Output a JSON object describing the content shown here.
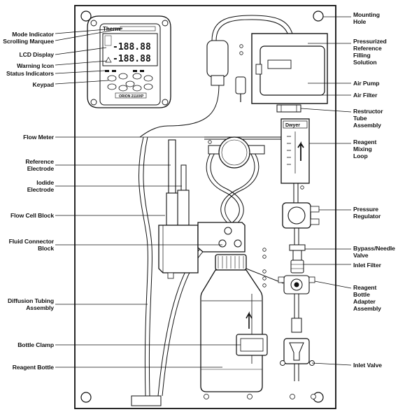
{
  "labels": {
    "mode_indicator": "Mode Indicator",
    "scrolling_marquee": "Scrolling Marquee",
    "lcd_display": "LCD Display",
    "warning_icon": "Warning Icon",
    "status_indicators": "Status Indicators",
    "keypad": "Keypad",
    "flow_meter": "Flow Meter",
    "reference_electrode": [
      "Reference",
      "Electrode"
    ],
    "iodide_electrode": [
      "Iodide",
      "Electrode"
    ],
    "flow_cell_block": "Flow Cell Block",
    "fluid_connector_block": [
      "Fluid Connector",
      "Block"
    ],
    "diffusion_tubing_assembly": [
      "Diffusion Tubing",
      "Assembly"
    ],
    "bottle_clamp": "Bottle Clamp",
    "reagent_bottle": "Reagent Bottle",
    "mounting_hole": [
      "Mounting",
      "Hole"
    ],
    "pressurized_reference": [
      "Pressurized",
      "Reference",
      "Filling",
      "Solution"
    ],
    "air_pump": "Air Pump",
    "air_filter": "Air Filter",
    "restructor_tube": [
      "Restructor",
      "Tube",
      "Assembly"
    ],
    "reagent_mixing_loop": [
      "Reagent",
      "Mixing",
      "Loop"
    ],
    "pressure_regulator": [
      "Pressure",
      "Regulator"
    ],
    "bypass_needle_valve": [
      "Bypass/Needle",
      "Valve"
    ],
    "inlet_filter": "Inlet Filter",
    "reagent_bottle_adapter": [
      "Reagent",
      "Bottle",
      "Adapter",
      "Assembly"
    ],
    "inlet_valve": "Inlet Valve"
  },
  "device": {
    "brand": "Thermo",
    "lcd_line1": "-188.88",
    "lcd_line2": "-188.88",
    "model": "ORION 2110XP",
    "flow_meter_brand": "Dwyer"
  }
}
